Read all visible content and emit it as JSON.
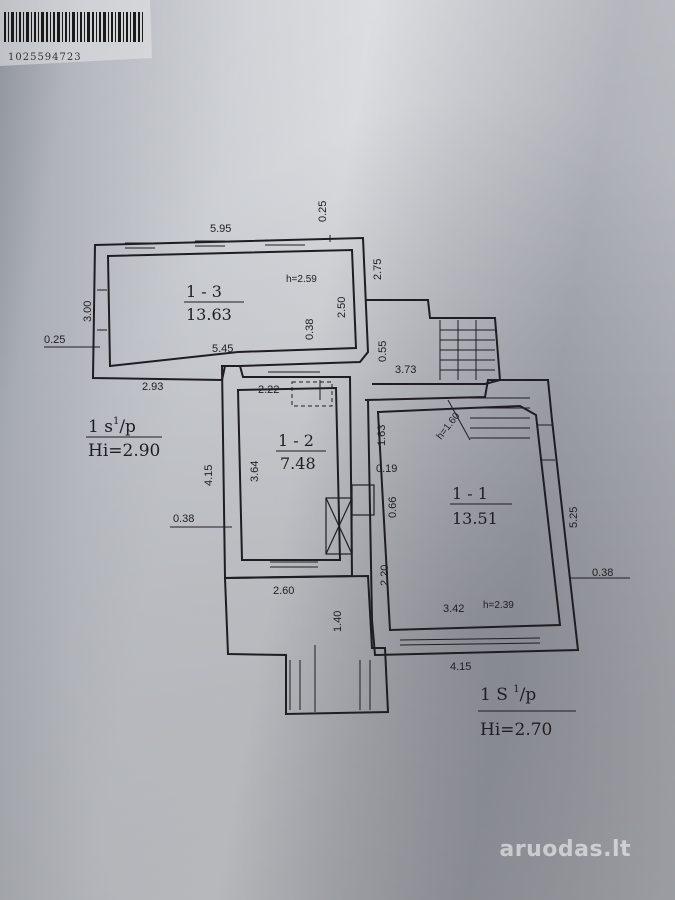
{
  "barcode_number": "1025594723",
  "rooms": [
    {
      "id": "1 - 3",
      "area": "13.63",
      "height": "h=2.59"
    },
    {
      "id": "1 - 2",
      "area": "7.48"
    },
    {
      "id": "1 - 1",
      "area": "13.51",
      "height": "h=2.39"
    }
  ],
  "stair_height": "h=1.60",
  "floor_labels": [
    {
      "line1": "1 s",
      "sup": "1",
      "suffix": "/p",
      "line2": "Hi=2.90"
    },
    {
      "line1": "1 S ",
      "sup": "1",
      "suffix": "/p",
      "line2": "Hi=2.70"
    }
  ],
  "dimensions": {
    "d_5_95": "5.95",
    "d_0_25_top": "0.25",
    "d_2_75": "2.75",
    "d_3_00": "3.00",
    "d_2_50": "2.50",
    "d_0_38_room13": "0.38",
    "d_0_25_left": "0.25",
    "d_5_45": "5.45",
    "d_2_93": "2.93",
    "d_0_55": "0.55",
    "d_3_73": "3.73",
    "d_2_22": "2.22",
    "d_1_63": "1.63",
    "d_4_15_left": "4.15",
    "d_3_64": "3.64",
    "d_0_19": "0.19",
    "d_0_66": "0.66",
    "d_5_25": "5.25",
    "d_0_38_left": "0.38",
    "d_0_38_right": "0.38",
    "d_2_20": "2.20",
    "d_2_60": "2.60",
    "d_1_40": "1.40",
    "d_3_42": "3.42",
    "d_4_15_bottom": "4.15"
  },
  "watermark": "aruodas.lt"
}
